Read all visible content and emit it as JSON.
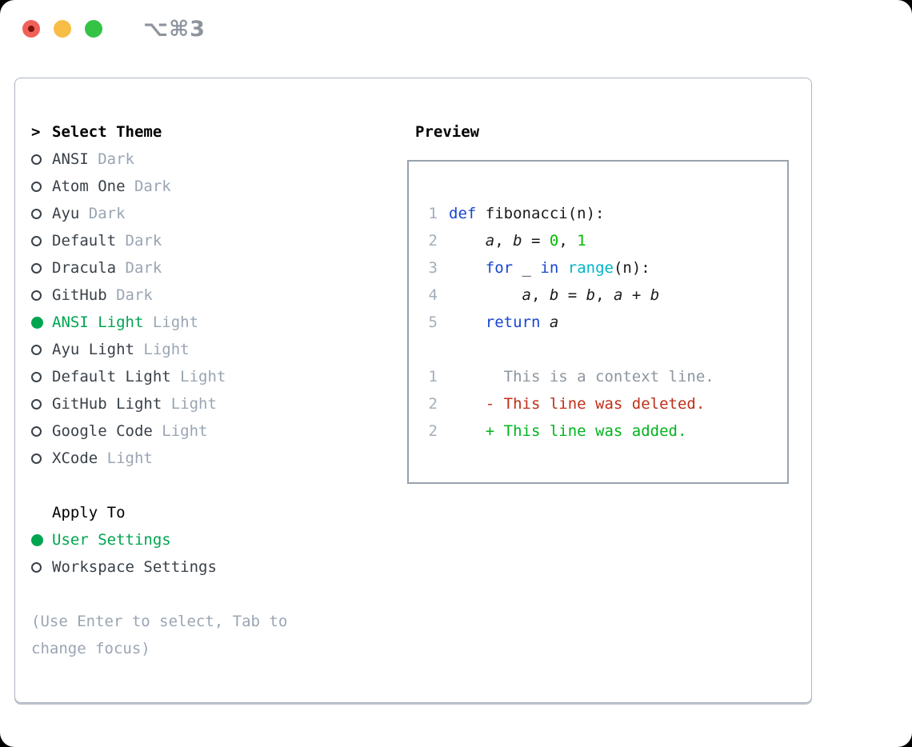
{
  "window": {
    "title": "⌥⌘3",
    "traffic_lights": [
      "close",
      "minimize",
      "zoom"
    ]
  },
  "theme_list": {
    "prompt": ">",
    "heading": "Select Theme",
    "items": [
      {
        "name": "ANSI",
        "variant": "Dark",
        "selected": false
      },
      {
        "name": "Atom One",
        "variant": "Dark",
        "selected": false
      },
      {
        "name": "Ayu",
        "variant": "Dark",
        "selected": false
      },
      {
        "name": "Default",
        "variant": "Dark",
        "selected": false
      },
      {
        "name": "Dracula",
        "variant": "Dark",
        "selected": false
      },
      {
        "name": "GitHub",
        "variant": "Dark",
        "selected": false
      },
      {
        "name": "ANSI Light",
        "variant": "Light",
        "selected": true
      },
      {
        "name": "Ayu Light",
        "variant": "Light",
        "selected": false
      },
      {
        "name": "Default Light",
        "variant": "Light",
        "selected": false
      },
      {
        "name": "GitHub Light",
        "variant": "Light",
        "selected": false
      },
      {
        "name": "Google Code",
        "variant": "Light",
        "selected": false
      },
      {
        "name": "XCode",
        "variant": "Light",
        "selected": false
      }
    ]
  },
  "apply_to": {
    "heading": "Apply To",
    "options": [
      {
        "label": "User Settings",
        "selected": true
      },
      {
        "label": "Workspace Settings",
        "selected": false
      }
    ]
  },
  "hint": "(Use Enter to select, Tab to change focus)",
  "preview": {
    "heading": "Preview",
    "code_lines": [
      {
        "num": "1",
        "tokens": [
          {
            "t": "def",
            "c": "kw"
          },
          {
            "t": " fibonacci(n):",
            "c": "p"
          }
        ]
      },
      {
        "num": "2",
        "tokens": [
          {
            "t": "    ",
            "c": "p"
          },
          {
            "t": "a",
            "c": "var"
          },
          {
            "t": ", ",
            "c": "p"
          },
          {
            "t": "b",
            "c": "var"
          },
          {
            "t": " = ",
            "c": "p"
          },
          {
            "t": "0",
            "c": "num"
          },
          {
            "t": ", ",
            "c": "p"
          },
          {
            "t": "1",
            "c": "num"
          }
        ]
      },
      {
        "num": "3",
        "tokens": [
          {
            "t": "    ",
            "c": "p"
          },
          {
            "t": "for",
            "c": "kw"
          },
          {
            "t": " _ ",
            "c": "p"
          },
          {
            "t": "in",
            "c": "kw"
          },
          {
            "t": " ",
            "c": "p"
          },
          {
            "t": "range",
            "c": "fn"
          },
          {
            "t": "(n):",
            "c": "p"
          }
        ]
      },
      {
        "num": "4",
        "tokens": [
          {
            "t": "        ",
            "c": "p"
          },
          {
            "t": "a",
            "c": "var"
          },
          {
            "t": ", ",
            "c": "p"
          },
          {
            "t": "b",
            "c": "var"
          },
          {
            "t": " = ",
            "c": "p"
          },
          {
            "t": "b",
            "c": "var"
          },
          {
            "t": ", ",
            "c": "p"
          },
          {
            "t": "a",
            "c": "var"
          },
          {
            "t": " + ",
            "c": "p"
          },
          {
            "t": "b",
            "c": "var"
          }
        ]
      },
      {
        "num": "5",
        "tokens": [
          {
            "t": "    ",
            "c": "p"
          },
          {
            "t": "return",
            "c": "kw"
          },
          {
            "t": " ",
            "c": "p"
          },
          {
            "t": "a",
            "c": "var"
          }
        ]
      }
    ],
    "diff_lines": [
      {
        "num": "1",
        "kind": "ctx",
        "text": "      This is a context line."
      },
      {
        "num": "2",
        "kind": "del",
        "text": "    - This line was deleted."
      },
      {
        "num": "2",
        "kind": "add",
        "text": "    + This line was added."
      }
    ]
  },
  "colors": {
    "accent_green": "#00a550",
    "keyword_blue": "#1745d1",
    "builtin_cyan": "#00b5c9",
    "number_green": "#00bd00",
    "deleted_red": "#c22e18",
    "added_green": "#00b41e",
    "context_gray": "#8d96a0",
    "muted_gray": "#9aa5b3",
    "text_dark": "#3a4149",
    "line_number_gray": "#a3adbb",
    "title_gray": "#8d949d",
    "traffic_red": "#f0615a",
    "traffic_yellow": "#f7bd45",
    "traffic_green": "#35c345"
  }
}
